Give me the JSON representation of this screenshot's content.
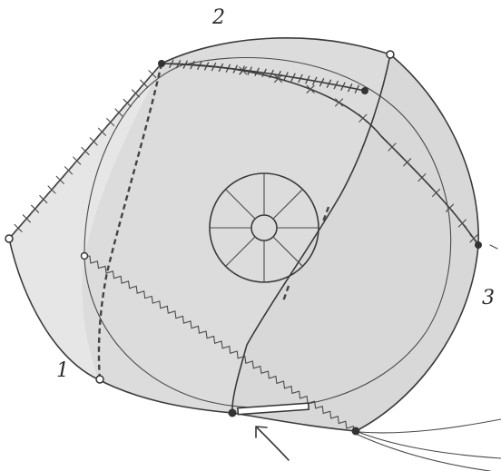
{
  "labels": {
    "one": "1",
    "two": "2",
    "three": "3"
  },
  "colors": {
    "paper": "#ffffff",
    "shade": "#e2e2e2",
    "ink": "#333333"
  }
}
